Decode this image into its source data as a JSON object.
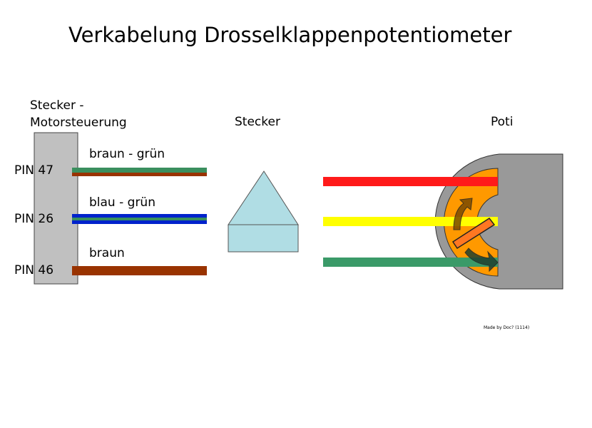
{
  "title": "Verkabelung Drosselklappenpotentiometer",
  "connector_left": {
    "label_line1": "Stecker -",
    "label_line2": "Motorsteuerung"
  },
  "connector_middle": {
    "label": "Stecker"
  },
  "poti": {
    "label": "Poti"
  },
  "pins": [
    {
      "pin": "PIN 47",
      "wire": "braun - grün",
      "colors": [
        "#3a8f5e",
        "#993300"
      ]
    },
    {
      "pin": "PIN 26",
      "wire": "blau - grün",
      "colors": [
        "#0022cc",
        "#3a8f5e"
      ]
    },
    {
      "pin": "PIN 46",
      "wire": "braun",
      "colors": [
        "#993300"
      ]
    }
  ],
  "poti_wires": [
    "#ff1a1a",
    "#ffff00",
    "#3a9a68"
  ],
  "credit": "Made by Doc? (1114)"
}
